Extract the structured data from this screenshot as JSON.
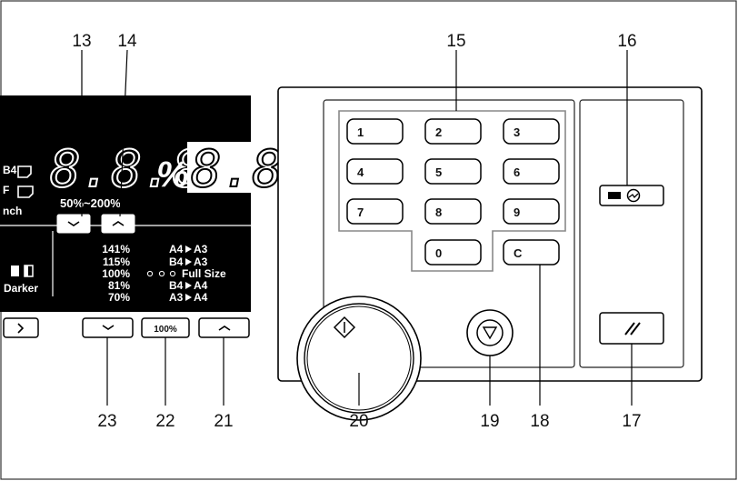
{
  "callouts": {
    "c13": "13",
    "c14": "14",
    "c15": "15",
    "c16": "16",
    "c17": "17",
    "c18": "18",
    "c19": "19",
    "c20": "20",
    "c21": "21",
    "c22": "22",
    "c23": "23"
  },
  "display": {
    "digits": "8.8.8.",
    "percent_sign": "%",
    "digits_right": "8.8.",
    "range": "50%~200%",
    "side_b4": "B4",
    "side_f": "F",
    "side_nch": "nch",
    "darker": "Darker"
  },
  "ratios": [
    {
      "pct": "141%",
      "from": "A4",
      "to": "A3"
    },
    {
      "pct": "115%",
      "from": "B4",
      "to": "A3"
    },
    {
      "pct": "100%",
      "from": "",
      "to": "Full  Size"
    },
    {
      "pct": "81%",
      "from": "B4",
      "to": "A4"
    },
    {
      "pct": "70%",
      "from": "A3",
      "to": "A4"
    }
  ],
  "keys": {
    "k1": "1",
    "k2": "2",
    "k3": "3",
    "k4": "4",
    "k5": "5",
    "k6": "6",
    "k7": "7",
    "k8": "8",
    "k9": "9",
    "k0": "0",
    "kc": "C"
  },
  "buttons": {
    "full_size": "100%"
  }
}
